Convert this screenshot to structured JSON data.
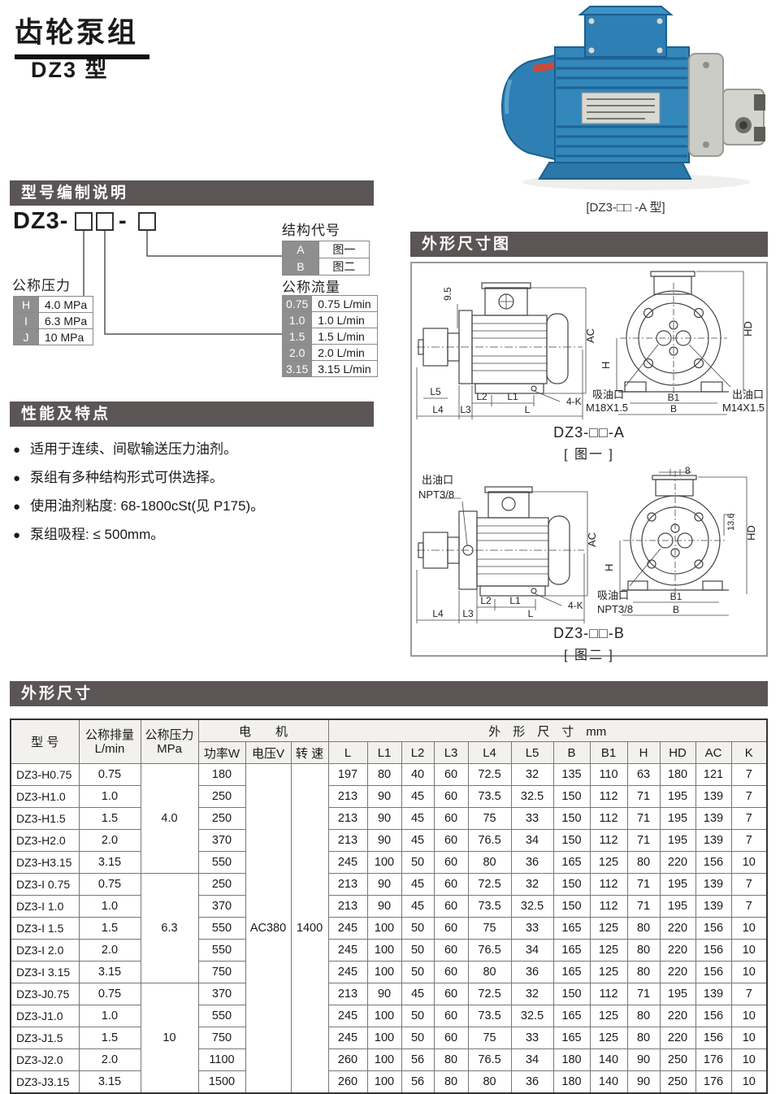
{
  "page": {
    "title": "齿轮泵组",
    "subtitle": "DZ3 型"
  },
  "photo": {
    "caption": "[DZ3-□□ -A 型]"
  },
  "section_bars": {
    "model_designation": "型号编制说明",
    "features": "性能及特点",
    "dimension_drawing": "外形尺寸图",
    "dimensions": "外形尺寸"
  },
  "model_code": {
    "prefix": "DZ3-",
    "separator": "-",
    "pressure": {
      "label": "公称压力",
      "rows": [
        {
          "code": "H",
          "value": "4.0 MPa"
        },
        {
          "code": "I",
          "value": "6.3 MPa"
        },
        {
          "code": "J",
          "value": "10  MPa"
        }
      ]
    },
    "structure": {
      "label": "结构代号",
      "rows": [
        {
          "code": "A",
          "value": "图一"
        },
        {
          "code": "B",
          "value": "图二"
        }
      ]
    },
    "flow": {
      "label": "公称流量",
      "rows": [
        {
          "code": "0.75",
          "value": "0.75 L/min"
        },
        {
          "code": "1.0",
          "value": "1.0  L/min"
        },
        {
          "code": "1.5",
          "value": "1.5  L/min"
        },
        {
          "code": "2.0",
          "value": "2.0  L/min"
        },
        {
          "code": "3.15",
          "value": "3.15 L/min"
        }
      ]
    }
  },
  "features": [
    "适用于连续、间歇输送压力油剂。",
    "泵组有多种结构形式可供选择。",
    "使用油剂粘度: 68-1800cSt(见 P175)。",
    "泵组吸程: ≤ 500mm。"
  ],
  "drawings": {
    "fig1": {
      "model": "DZ3-□□-A",
      "caption": "[ 图一 ]",
      "d95": "9.5",
      "ac": "AC",
      "h": "H",
      "hd": "HD",
      "l5": "L5",
      "l4": "L4",
      "l3": "L3",
      "l2": "L2",
      "l1": "L1",
      "l": "L",
      "k": "4-K",
      "b1": "B1",
      "b": "B",
      "suction_label": "吸油口",
      "suction_thread": "M18X1.5",
      "outlet_label": "出油口",
      "outlet_thread": "M14X1.5"
    },
    "fig2": {
      "model": "DZ3-□□-B",
      "caption": "[ 图二 ]",
      "d8": "8",
      "d136": "13.6",
      "ac": "AC",
      "h": "H",
      "hd": "HD",
      "l4": "L4",
      "l3": "L3",
      "l2": "L2",
      "l1": "L1",
      "l": "L",
      "k": "4-K",
      "b1": "B1",
      "b": "B",
      "outlet_label": "出油口",
      "outlet_thread": "NPT3/8",
      "suction_label": "吸油口",
      "suction_thread": "NPT3/8"
    }
  },
  "table": {
    "header": {
      "model": "型  号",
      "displacement": "公称排量",
      "displacement_unit": "L/min",
      "pressure": "公称压力",
      "pressure_unit": "MPa",
      "motor_group": "电　　机",
      "dims_group": "外　形　尺　寸　mm",
      "power": "功率W",
      "voltage_col": "电压V",
      "speed_col": "转 速",
      "dim_cols": [
        "L",
        "L1",
        "L2",
        "L3",
        "L4",
        "L5",
        "B",
        "B1",
        "H",
        "HD",
        "AC",
        "K"
      ]
    },
    "voltage": "AC380",
    "speed": "1400",
    "pressure_groups": [
      {
        "pressure": "4.0",
        "rows": [
          {
            "model": "DZ3-H0.75",
            "displacement": "0.75",
            "power": "180",
            "dims": [
              "197",
              "80",
              "40",
              "60",
              "72.5",
              "32",
              "135",
              "110",
              "63",
              "180",
              "121",
              "7"
            ]
          },
          {
            "model": "DZ3-H1.0",
            "displacement": "1.0",
            "power": "250",
            "dims": [
              "213",
              "90",
              "45",
              "60",
              "73.5",
              "32.5",
              "150",
              "112",
              "71",
              "195",
              "139",
              "7"
            ]
          },
          {
            "model": "DZ3-H1.5",
            "displacement": "1.5",
            "power": "250",
            "dims": [
              "213",
              "90",
              "45",
              "60",
              "75",
              "33",
              "150",
              "112",
              "71",
              "195",
              "139",
              "7"
            ]
          },
          {
            "model": "DZ3-H2.0",
            "displacement": "2.0",
            "power": "370",
            "dims": [
              "213",
              "90",
              "45",
              "60",
              "76.5",
              "34",
              "150",
              "112",
              "71",
              "195",
              "139",
              "7"
            ]
          },
          {
            "model": "DZ3-H3.15",
            "displacement": "3.15",
            "power": "550",
            "dims": [
              "245",
              "100",
              "50",
              "60",
              "80",
              "36",
              "165",
              "125",
              "80",
              "220",
              "156",
              "10"
            ]
          }
        ]
      },
      {
        "pressure": "6.3",
        "rows": [
          {
            "model": "DZ3-I 0.75",
            "displacement": "0.75",
            "power": "250",
            "dims": [
              "213",
              "90",
              "45",
              "60",
              "72.5",
              "32",
              "150",
              "112",
              "71",
              "195",
              "139",
              "7"
            ]
          },
          {
            "model": "DZ3-I 1.0",
            "displacement": "1.0",
            "power": "370",
            "dims": [
              "213",
              "90",
              "45",
              "60",
              "73.5",
              "32.5",
              "150",
              "112",
              "71",
              "195",
              "139",
              "7"
            ]
          },
          {
            "model": "DZ3-I 1.5",
            "displacement": "1.5",
            "power": "550",
            "dims": [
              "245",
              "100",
              "50",
              "60",
              "75",
              "33",
              "165",
              "125",
              "80",
              "220",
              "156",
              "10"
            ]
          },
          {
            "model": "DZ3-I 2.0",
            "displacement": "2.0",
            "power": "550",
            "dims": [
              "245",
              "100",
              "50",
              "60",
              "76.5",
              "34",
              "165",
              "125",
              "80",
              "220",
              "156",
              "10"
            ]
          },
          {
            "model": "DZ3-I 3.15",
            "displacement": "3.15",
            "power": "750",
            "dims": [
              "245",
              "100",
              "50",
              "60",
              "80",
              "36",
              "165",
              "125",
              "80",
              "220",
              "156",
              "10"
            ]
          }
        ]
      },
      {
        "pressure": "10",
        "rows": [
          {
            "model": "DZ3-J0.75",
            "displacement": "0.75",
            "power": "370",
            "dims": [
              "213",
              "90",
              "45",
              "60",
              "72.5",
              "32",
              "150",
              "112",
              "71",
              "195",
              "139",
              "7"
            ]
          },
          {
            "model": "DZ3-J1.0",
            "displacement": "1.0",
            "power": "550",
            "dims": [
              "245",
              "100",
              "50",
              "60",
              "73.5",
              "32.5",
              "165",
              "125",
              "80",
              "220",
              "156",
              "10"
            ]
          },
          {
            "model": "DZ3-J1.5",
            "displacement": "1.5",
            "power": "750",
            "dims": [
              "245",
              "100",
              "50",
              "60",
              "75",
              "33",
              "165",
              "125",
              "80",
              "220",
              "156",
              "10"
            ]
          },
          {
            "model": "DZ3-J2.0",
            "displacement": "2.0",
            "power": "1100",
            "dims": [
              "260",
              "100",
              "56",
              "80",
              "76.5",
              "34",
              "180",
              "140",
              "90",
              "250",
              "176",
              "10"
            ]
          },
          {
            "model": "DZ3-J3.15",
            "displacement": "3.15",
            "power": "1500",
            "dims": [
              "260",
              "100",
              "56",
              "80",
              "80",
              "36",
              "180",
              "140",
              "90",
              "250",
              "176",
              "10"
            ]
          }
        ]
      }
    ]
  },
  "colors": {
    "section_bar": "#5b5555",
    "code_cell": "#8f8f8f",
    "motor_blue": "#2e7fb4",
    "motor_blue_dark": "#1d5f8d",
    "pump_silver": "#ccccc6"
  }
}
